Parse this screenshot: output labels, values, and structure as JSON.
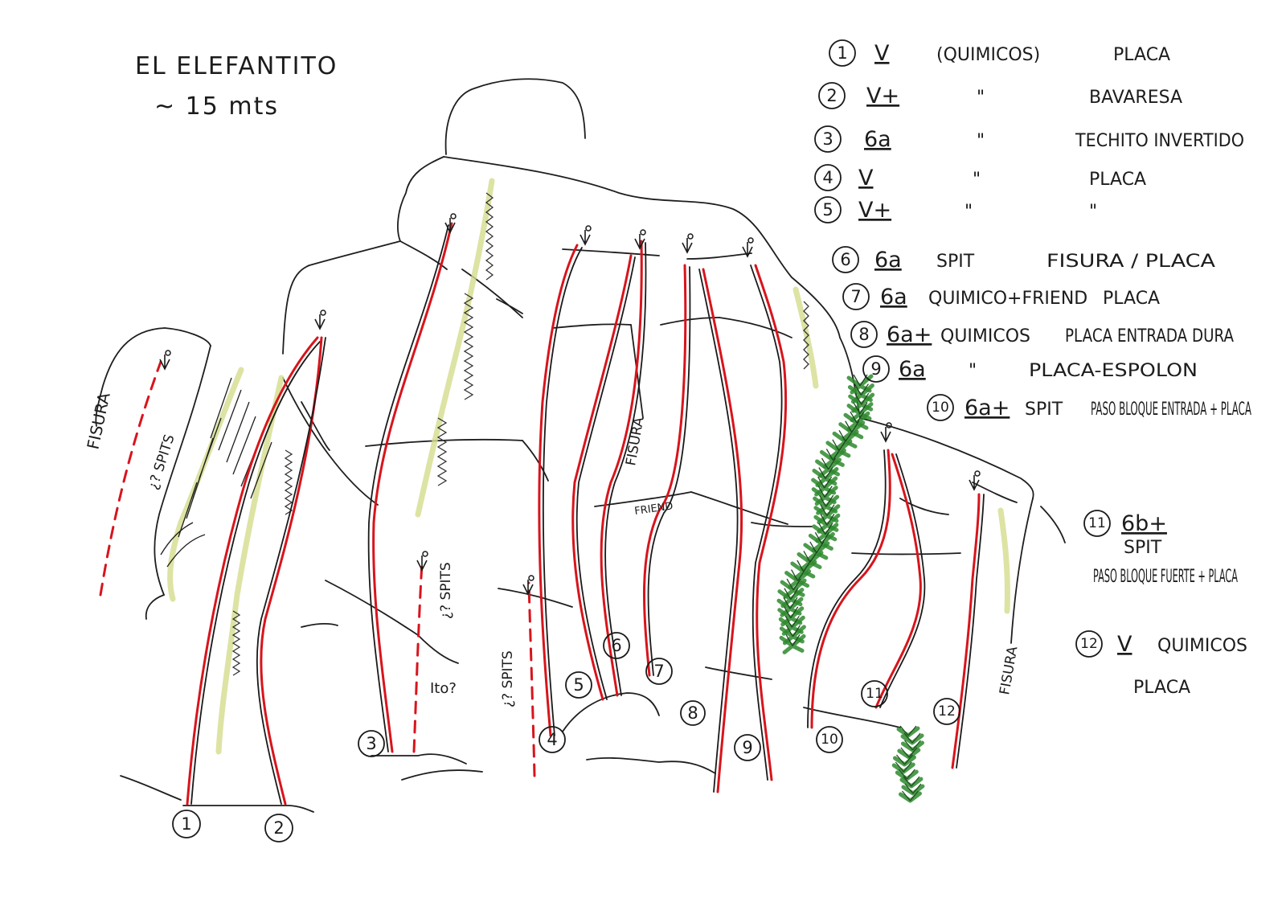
{
  "title": "EL ELEFANTITO",
  "height": "~ 15 mts",
  "legend": [
    {
      "num": "1",
      "grade": "V",
      "gear": "(QUIMICOS)",
      "desc": "PLACA"
    },
    {
      "num": "2",
      "grade": "V+",
      "gear": "\"",
      "desc": "BAVARESA"
    },
    {
      "num": "3",
      "grade": "6a",
      "gear": "\"",
      "desc": "TECHITO INVERTIDO"
    },
    {
      "num": "4",
      "grade": "V",
      "gear": "\"",
      "desc": "PLACA"
    },
    {
      "num": "5",
      "grade": "V+",
      "gear": "\"",
      "desc": "\""
    },
    {
      "num": "6",
      "grade": "6a",
      "gear": "SPIT",
      "desc": "FISURA / PLACA"
    },
    {
      "num": "7",
      "grade": "6a",
      "gear": "QUIMICO+FRIEND",
      "desc": "PLACA"
    },
    {
      "num": "8",
      "grade": "6a+",
      "gear": "QUIMICOS",
      "desc": "PLACA ENTRADA DURA"
    },
    {
      "num": "9",
      "grade": "6a",
      "gear": "\"",
      "desc": "PLACA-ESPOLON"
    },
    {
      "num": "10",
      "grade": "6a+",
      "gear": "SPIT",
      "desc": "PASO BLOQUE ENTRADA + PLACA"
    },
    {
      "num": "11",
      "grade": "6b+",
      "gear": "SPIT",
      "desc": "PASO BLOQUE FUERTE + PLACA"
    },
    {
      "num": "12",
      "grade": "V",
      "gear": "QUIMICOS",
      "desc": "PLACA"
    }
  ],
  "labels": {
    "fisura": "FISURA",
    "spits": "¿? SPITS",
    "friend": "FRIEND",
    "alt": "Ito?"
  },
  "colors": {
    "route": "#d8141c",
    "ink": "#1a1a1a",
    "vegetation": "#2e8a2e",
    "lichen": "#d5dc8c"
  }
}
